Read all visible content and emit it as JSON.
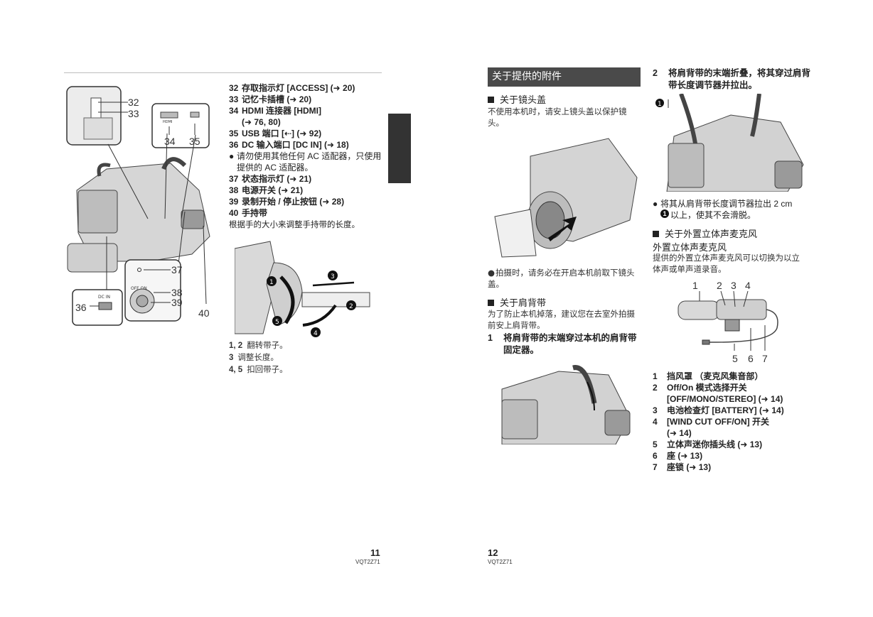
{
  "left": {
    "callouts": {
      "c32": "32",
      "c33": "33",
      "c34": "34",
      "c35": "35",
      "c36": "36",
      "c37": "37",
      "c38": "38",
      "c39": "39",
      "c40": "40"
    },
    "dc_in_label": "DC IN",
    "off_on_label": "OFF  ON",
    "hdmi_label": "HDMI",
    "items": [
      {
        "num": "32",
        "text": "存取指示灯 [ACCESS] (➜ 20)"
      },
      {
        "num": "33",
        "text": "记忆卡插槽 (➜ 20)"
      },
      {
        "num": "34",
        "text": "HDMI 连接器 [HDMI]"
      },
      {
        "num": "",
        "text": "(➜ 76, 80)"
      },
      {
        "num": "35",
        "text": "USB 端口 [⇠] (➜ 92)"
      },
      {
        "num": "36",
        "text": "DC 输入端口 [DC IN] (➜ 18)"
      }
    ],
    "note_ac": "请勿使用其他任何 AC 适配器，只使用提供的 AC 适配器。",
    "items2": [
      {
        "num": "37",
        "text": "状态指示灯 (➜ 21)"
      },
      {
        "num": "38",
        "text": "电源开关 (➜ 21)"
      },
      {
        "num": "39",
        "text": "录制开始 / 停止按钮 (➜ 28)"
      },
      {
        "num": "40",
        "text": "手持带"
      }
    ],
    "grip_desc": "根据手的大小来调整手持带的长度。",
    "steps": [
      {
        "marks": "1, 2",
        "text": "翻转带子。"
      },
      {
        "marks": "3",
        "text": "调整长度。"
      },
      {
        "marks": "4, 5",
        "text": "扣回带子。"
      }
    ],
    "page_number": "11",
    "page_code": "VQT2Z71"
  },
  "middle": {
    "section_title": "关于提供的附件",
    "lens_cap_head": "关于镜头盖",
    "lens_cap_body": "不使用本机时，请安上镜头盖以保护镜头。",
    "lens_cap_note": "拍摄时，请务必在开启本机前取下镜头盖。",
    "shoulder_head": "关于肩背带",
    "shoulder_body": "为了防止本机掉落，建议您在去室外拍摄前安上肩背带。",
    "step1_num": "1",
    "step1_text": "将肩背带的末端穿过本机的肩背带固定器。",
    "page_number": "12",
    "page_code": "VQT2Z71"
  },
  "right": {
    "step2_num": "2",
    "step2_text": "将肩背带的末端折叠，将其穿过肩背带长度调节器并拉出。",
    "note_pull": "将其从肩背带长度调节器拉出 2 cm",
    "note_pull2": "以上，使其不会滑脱。",
    "mic_head": "关于外置立体声麦克风",
    "mic_sub": "外置立体声麦克风",
    "mic_body": "提供的外置立体声麦克风可以切换为以立体声或单声道录音。",
    "mic_callouts": [
      "1",
      "2",
      "3",
      "4",
      "5",
      "6",
      "7"
    ],
    "mic_items": [
      {
        "num": "1",
        "text": "挡风罩 （麦克风集音部）"
      },
      {
        "num": "2",
        "text": "Off/On 模式选择开关"
      },
      {
        "num": "",
        "text": "[OFF/MONO/STEREO] (➜ 14)"
      },
      {
        "num": "3",
        "text": "电池检查灯 [BATTERY] (➜ 14)"
      },
      {
        "num": "4",
        "text": "[WIND CUT OFF/ON] 开关"
      },
      {
        "num": "",
        "text": "(➜ 14)"
      },
      {
        "num": "5",
        "text": "立体声迷你插头线 (➜ 13)"
      },
      {
        "num": "6",
        "text": "座 (➜ 13)"
      },
      {
        "num": "7",
        "text": "座锁 (➜ 13)"
      }
    ]
  }
}
